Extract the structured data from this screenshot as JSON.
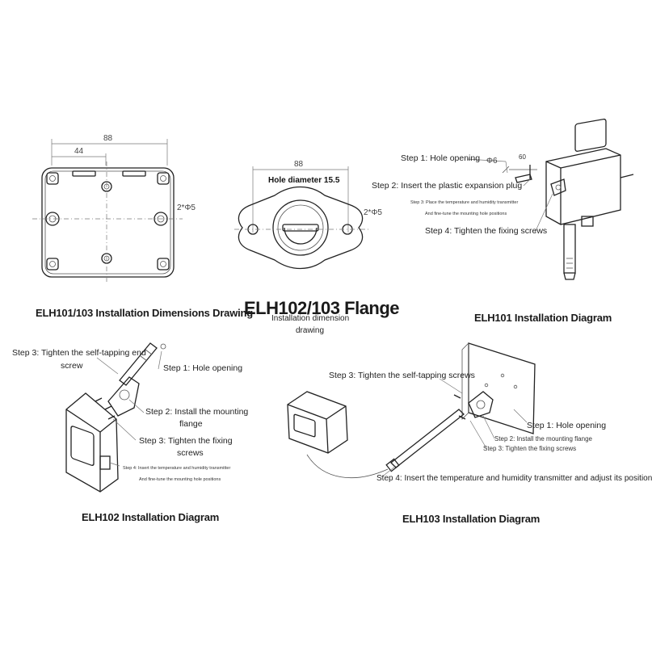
{
  "panel1": {
    "dim_total": "88",
    "dim_half": "44",
    "hole_label": "2*Φ5",
    "caption": "ELH101/103 Installation Dimensions Drawing"
  },
  "panel2": {
    "dim_total": "88",
    "hole_diameter": "Hole diameter 15.5",
    "hole_label": "2*Φ5",
    "title": "ELH102/103 Flange",
    "caption_line1": "Installation dimension",
    "caption_line2": "drawing"
  },
  "panel3": {
    "step1": "Step 1: Hole opening",
    "phi_label": "Φ6",
    "depth_label": "60",
    "step2": "Step 2: Insert the plastic expansion plug",
    "step3_line1": "Step 3: Place the temperature and humidity transmitter",
    "step3_line2": "And fine-tune the mounting hole positions",
    "step4": "Step 4: Tighten the fixing screws",
    "caption": "ELH101 Installation Diagram"
  },
  "panel4": {
    "step3_line1": "Step 3: Tighten the self-tapping end",
    "step3_line2": "screw",
    "step1": "Step 1: Hole opening",
    "step2_line1": "Step 2: Install the mounting",
    "step2_line2": "flange",
    "step3b_line1": "Step 3: Tighten the fixing",
    "step3b_line2": "screws",
    "step4_line1": "Step 4: Insert the temperature and humidity transmitter",
    "step4_line2": "And fine-tune the mounting hole positions",
    "caption": "ELH102 Installation Diagram"
  },
  "panel5": {
    "step3": "Step 3: Tighten the self-tapping screws",
    "step1": "Step 1: Hole opening",
    "step2": "Step 2: Install the mounting flange",
    "step3b": "Step 3: Tighten the fixing screws",
    "step4": "Step 4: Insert the temperature and humidity transmitter and adjust its position",
    "caption": "ELH103 Installation Diagram"
  }
}
